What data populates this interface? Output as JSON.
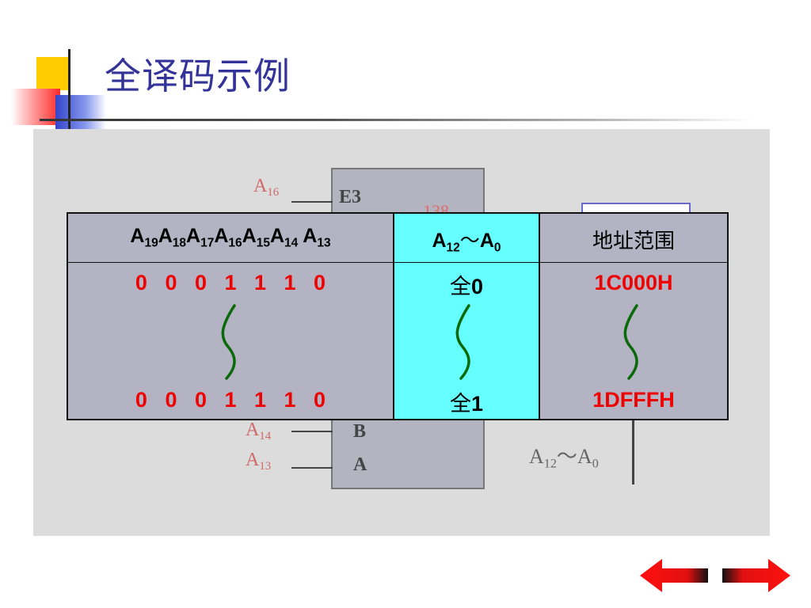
{
  "slide": {
    "title": "全译码示例",
    "accent_title_color": "#33339a"
  },
  "diagram": {
    "pin_labels": {
      "a16": {
        "base": "A",
        "sub": "16"
      },
      "a14": {
        "base": "A",
        "sub": "14"
      },
      "a13": {
        "base": "A",
        "sub": "13"
      }
    },
    "chip_pins": {
      "e3": "E3",
      "b": "B",
      "a": "A"
    },
    "faint_text": "138",
    "address_bus": {
      "a": "A",
      "sub_hi": "12",
      "tilde": "～",
      "a2": "A",
      "sub_lo": "0"
    }
  },
  "table": {
    "headers": {
      "h1_parts": [
        {
          "base": "A",
          "sub": "19"
        },
        {
          "base": "A",
          "sub": "18"
        },
        {
          "base": "A",
          "sub": "17"
        },
        {
          "base": "A",
          "sub": "16"
        },
        {
          "base": "A",
          "sub": "15"
        },
        {
          "base": "A",
          "sub": "14"
        },
        {
          "base": " A",
          "sub": "13"
        }
      ],
      "h2": {
        "a": "A",
        "sub_hi": "12",
        "tilde": "～",
        "a2": "A",
        "sub_lo": "0"
      },
      "h3": "地址范围"
    },
    "rows": {
      "start_bits": "0   0   0   1   1   1   0",
      "end_bits": "0   0   0   1   1   1   0",
      "start_low": {
        "prefix": "全",
        "value": "0"
      },
      "end_low": {
        "prefix": "全",
        "value": "1"
      },
      "start_addr": "1C000H",
      "end_addr": "1DFFFH"
    },
    "colors": {
      "bits": "#ee0000",
      "low_col_bg": "#66ffff",
      "cell_bg": "#b3b3c4"
    }
  },
  "nav": {
    "prev_icon": "arrow-left-icon",
    "next_icon": "arrow-right-icon"
  }
}
